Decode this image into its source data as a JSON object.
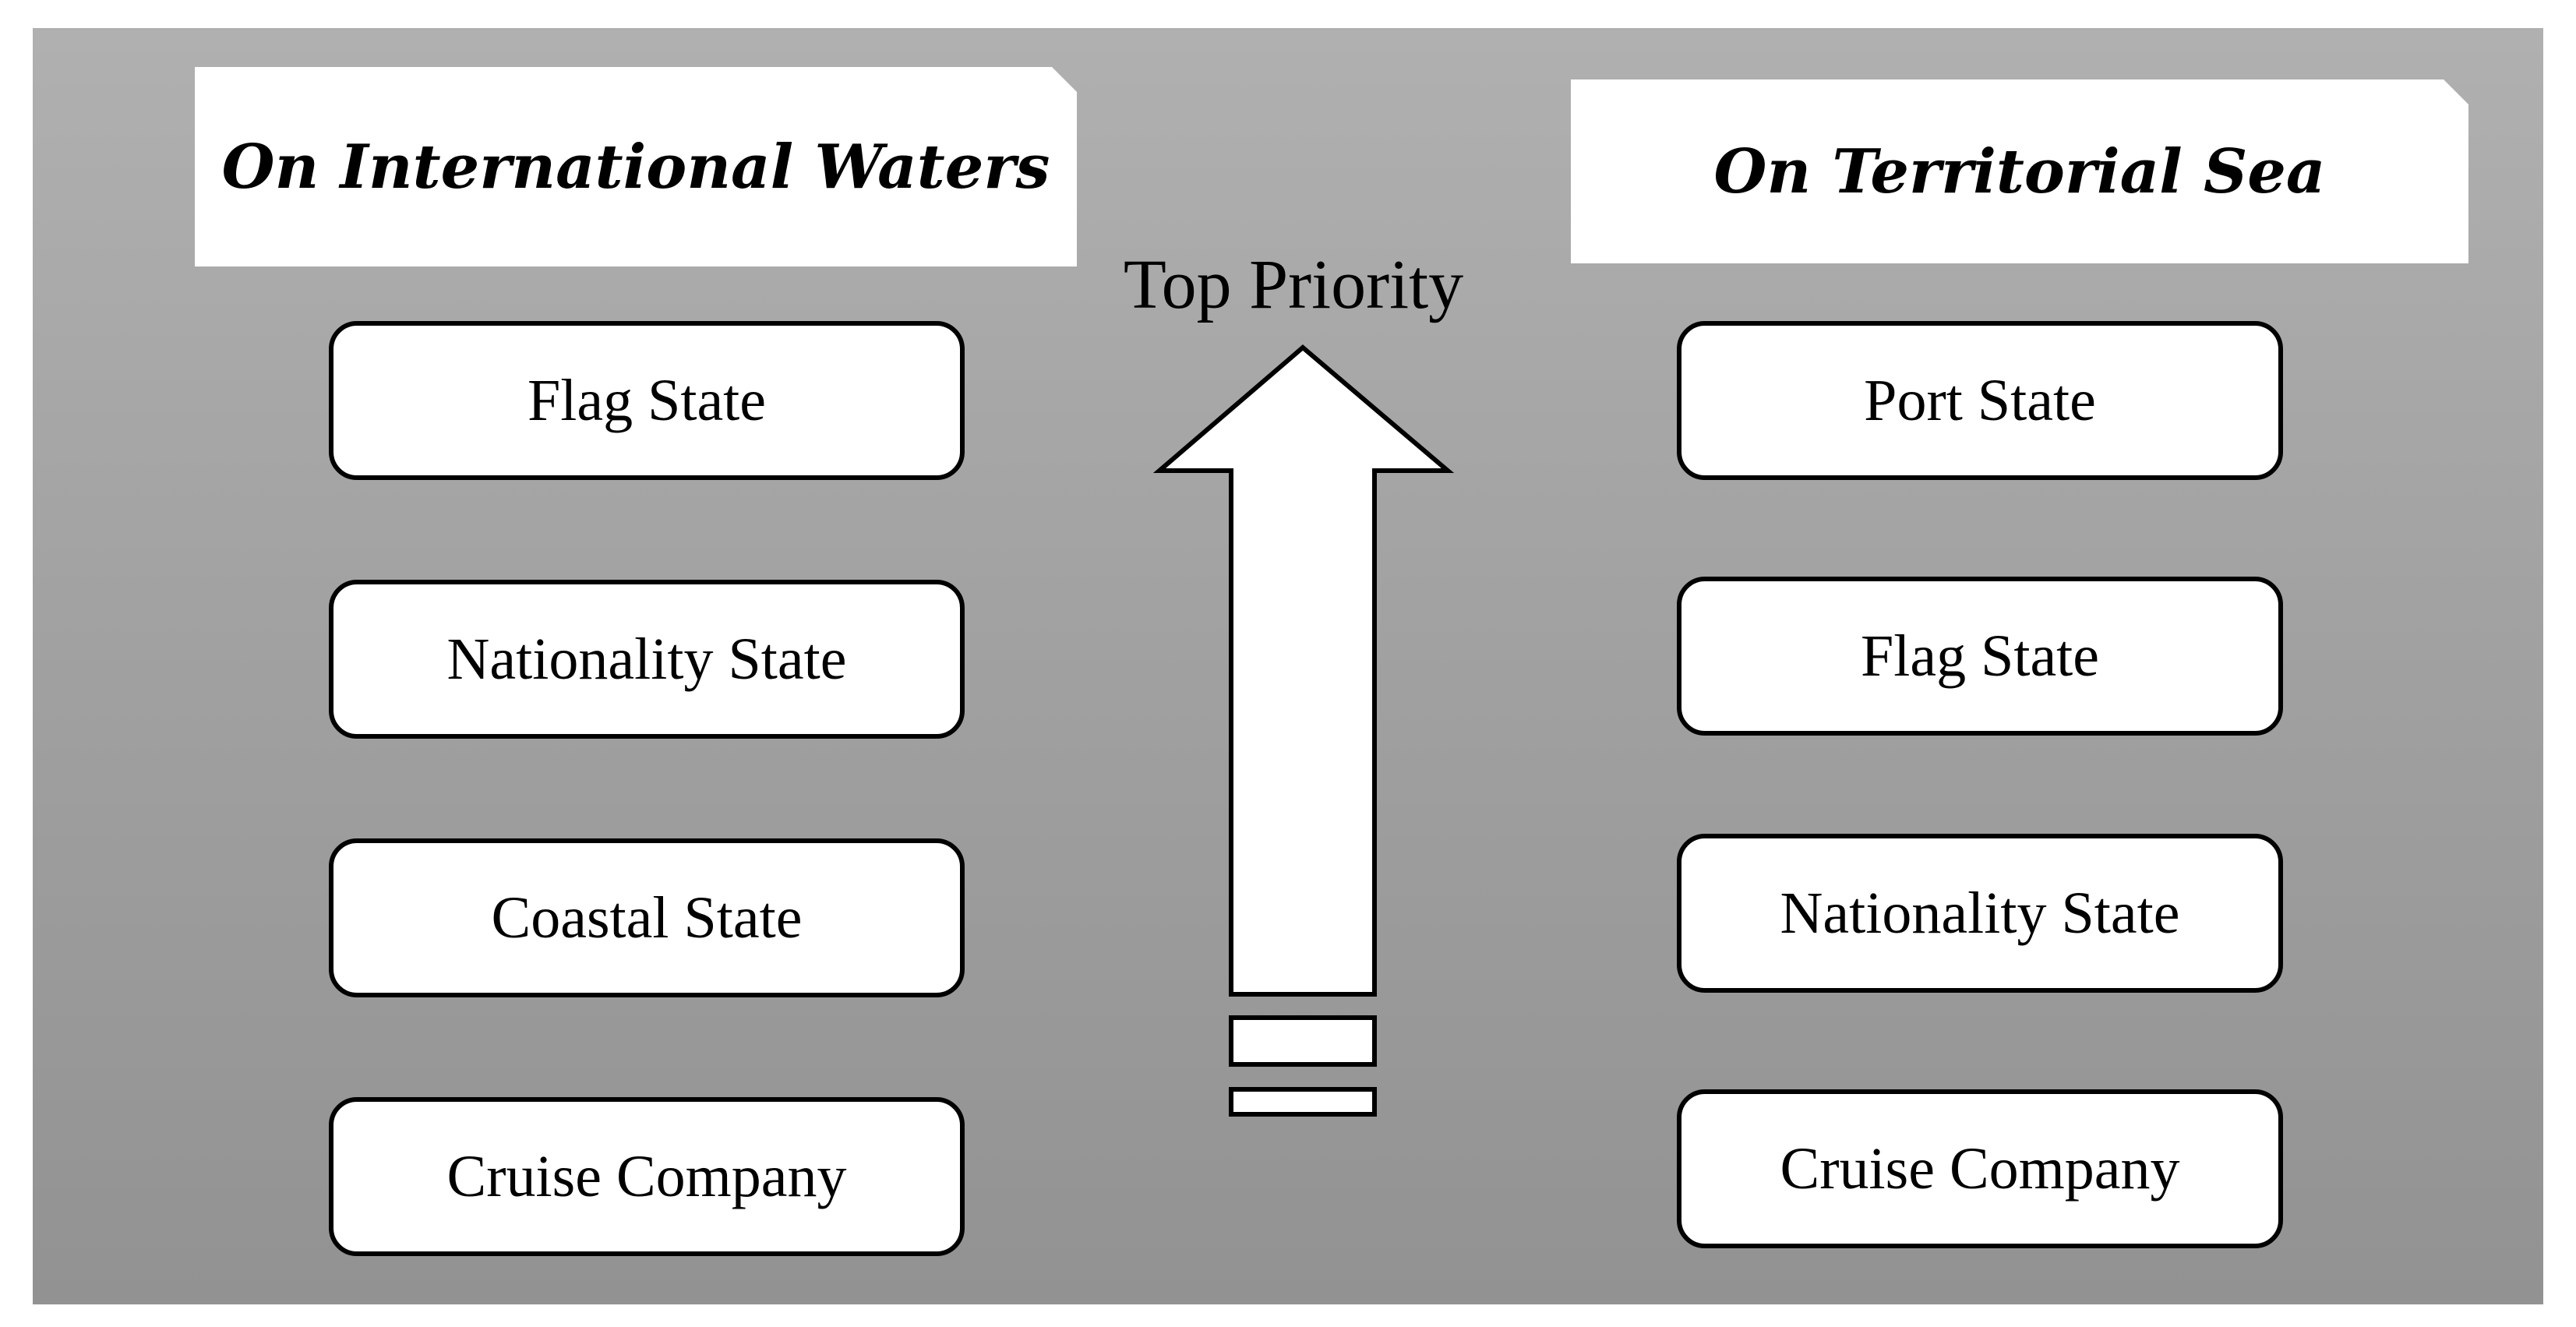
{
  "left_column": {
    "title": "On International Waters",
    "items": [
      "Flag State",
      "Nationality State",
      "Coastal State",
      "Cruise Company"
    ]
  },
  "right_column": {
    "title": "On Territorial Sea",
    "items": [
      "Port State",
      "Flag State",
      "Nationality State",
      "Cruise Company"
    ]
  },
  "priority_label": "Top Priority"
}
